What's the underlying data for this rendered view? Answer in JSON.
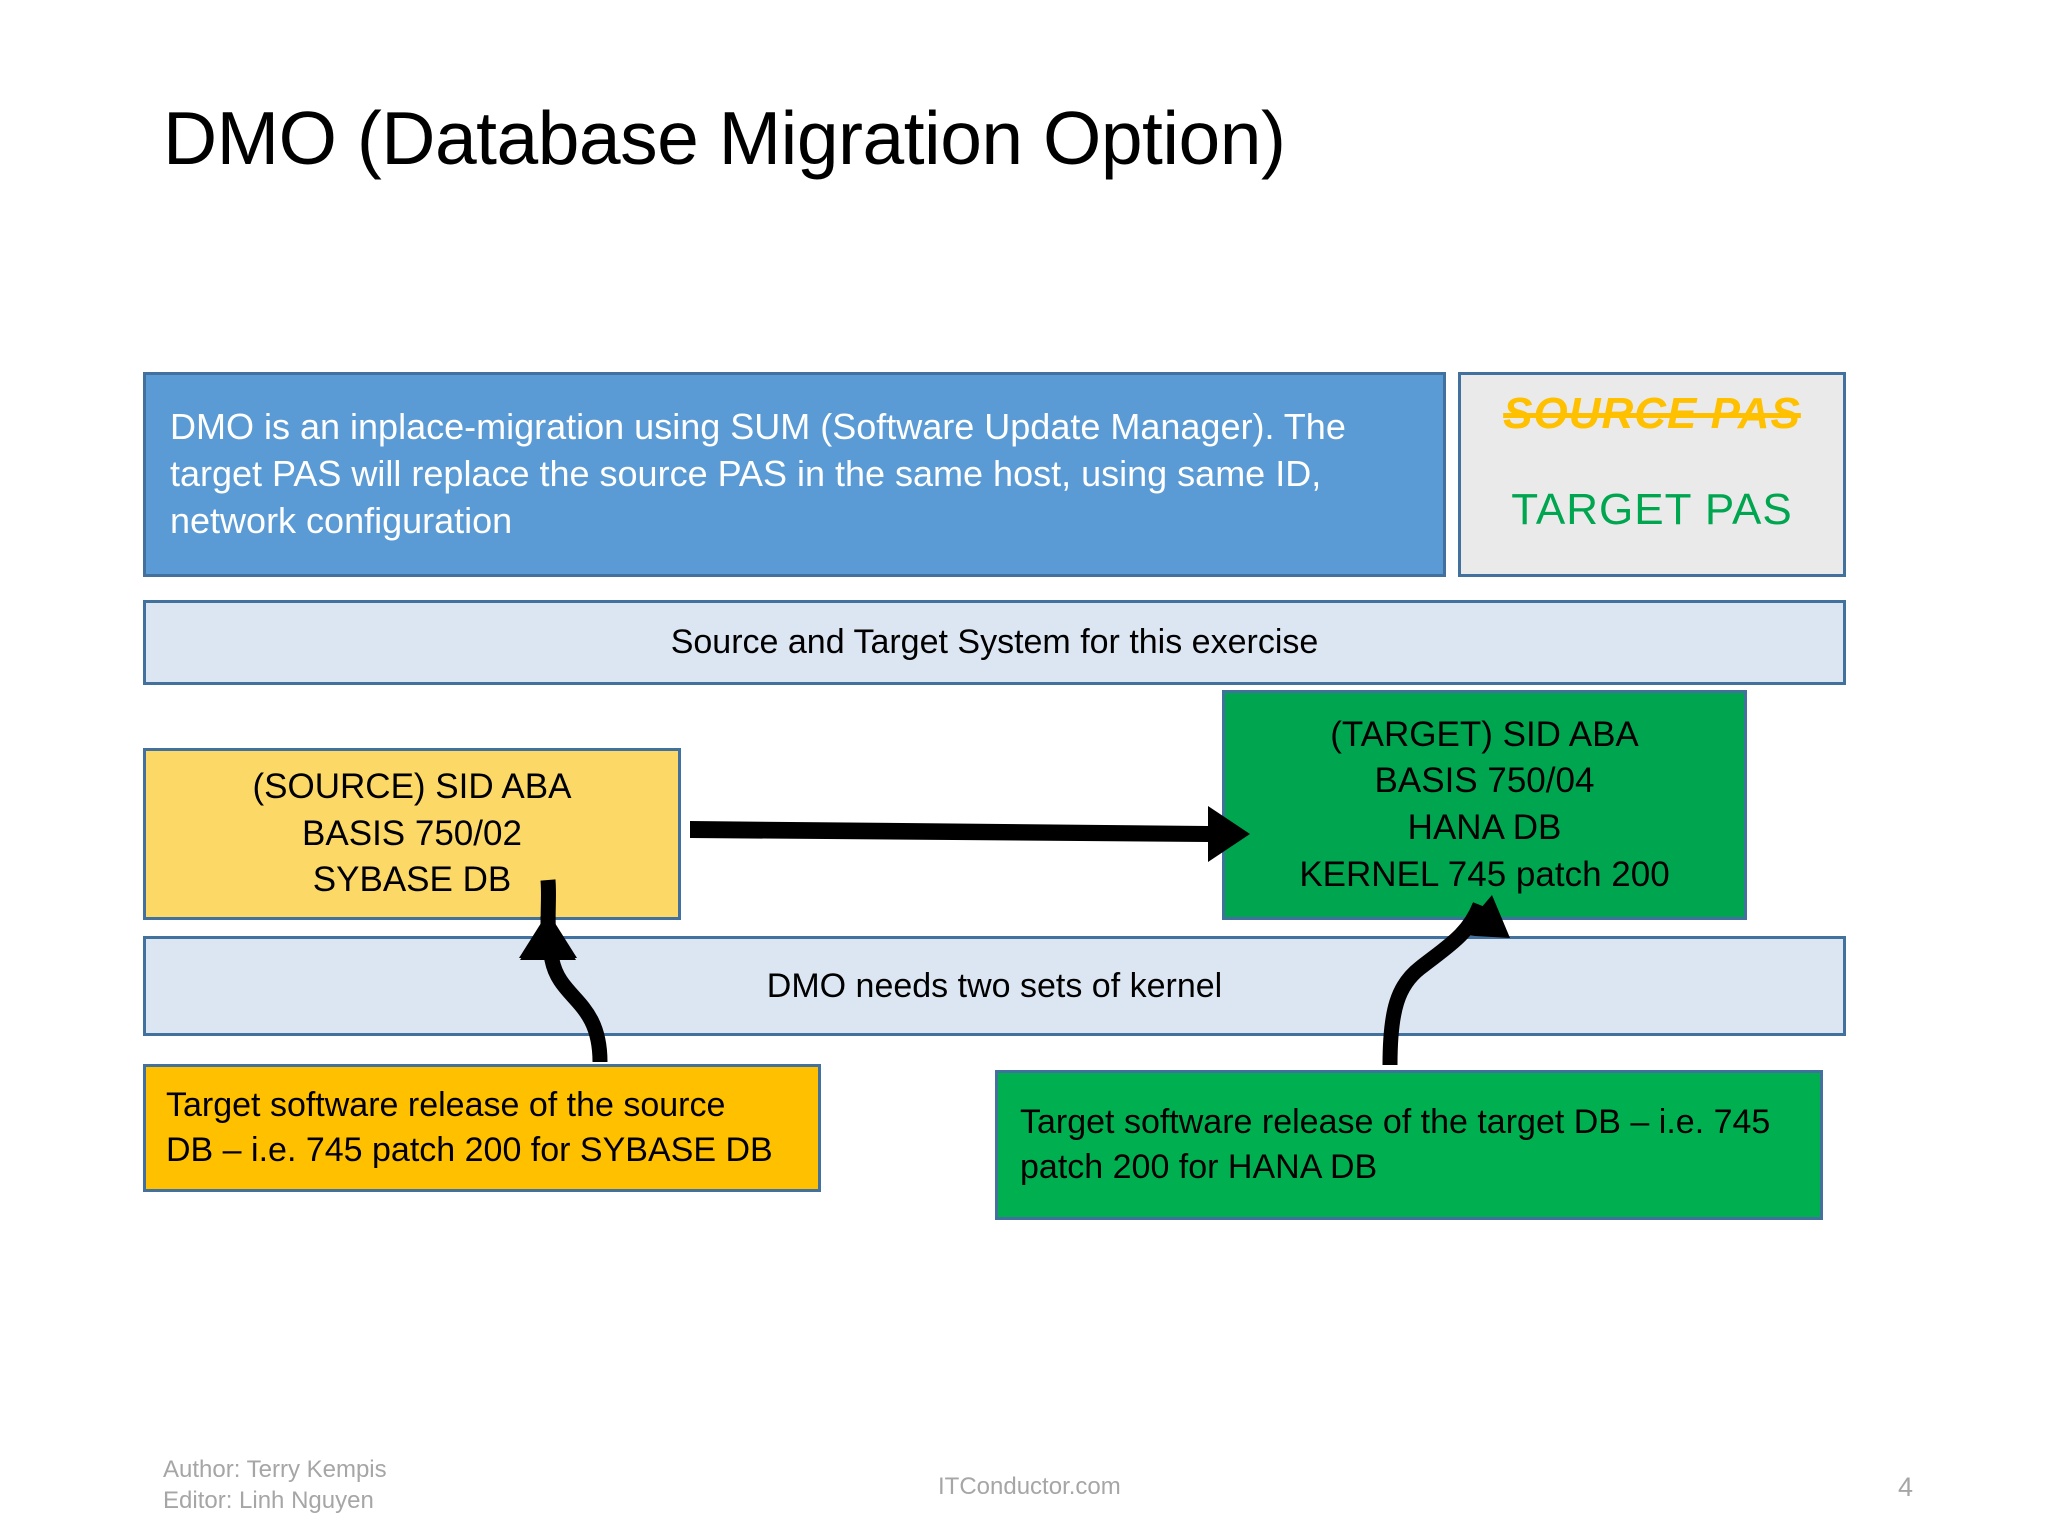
{
  "slide": {
    "title": "DMO (Database Migration Option)",
    "page_number": "4",
    "background_color": "#ffffff"
  },
  "description": {
    "text": "DMO is an inplace-migration using SUM (Software Update Manager). The target PAS will replace the source PAS in the same host, using same ID, network configuration",
    "background_color": "#5B9BD5",
    "text_color": "#ffffff"
  },
  "legend": {
    "source_label": "SOURCE  PAS",
    "source_color": "#FFC000",
    "target_label": "TARGET PAS",
    "target_color": "#00A550",
    "background_color": "#EAEAEA"
  },
  "bands": {
    "top_label": "Source and Target System for this exercise",
    "bottom_label": "DMO needs two sets of kernel",
    "background_color": "#DCE6F2"
  },
  "source_system": {
    "line1": "(SOURCE) SID ABA",
    "line2": "BASIS 750/02",
    "line3": "SYBASE DB",
    "background_color": "#FCD966"
  },
  "target_system": {
    "line1": "(TARGET) SID ABA",
    "line2": "BASIS 750/04",
    "line3": "HANA DB",
    "line4": "KERNEL 745 patch 200",
    "background_color": "#00A550"
  },
  "source_note": {
    "line1": "Target software release of the source",
    "line2": "DB – i.e. 745 patch 200 for SYBASE DB",
    "background_color": "#FFC000"
  },
  "target_note": {
    "line1": "Target software release of the target DB – i.e. 745",
    "line2": "patch 200 for HANA DB",
    "background_color": "#00B050"
  },
  "arrows": {
    "migration_arrow_name": "source-to-target-arrow",
    "source_kernel_arrow_name": "source-kernel-arrow",
    "target_kernel_arrow_name": "target-kernel-arrow",
    "color": "#000000"
  },
  "footer": {
    "author": "Author: Terry Kempis",
    "editor": "Editor: Linh Nguyen",
    "site": "ITConductor.com",
    "page": "4"
  }
}
